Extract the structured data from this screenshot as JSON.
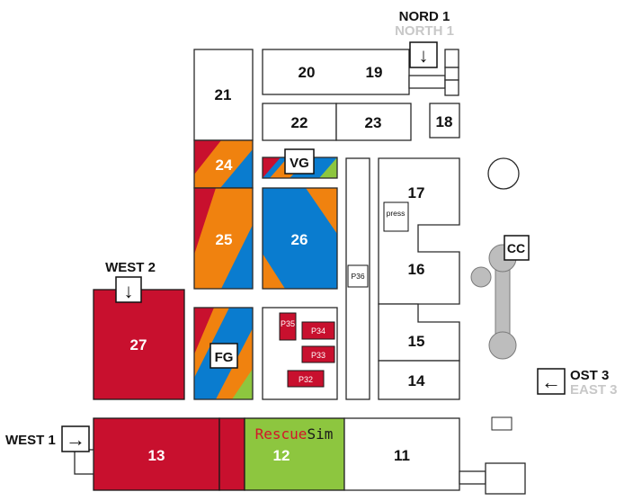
{
  "colors": {
    "red": "#c8102e",
    "orange": "#f0820f",
    "blue": "#0a7ccf",
    "green": "#8dc63f",
    "grey_dark": "#7a7a7a",
    "grey_light": "#bdbdbd",
    "rescuesim_red": "#d4142a",
    "rescuesim_dark": "#1a1a1a"
  },
  "entrances": {
    "nord1": {
      "label": "NORD 1",
      "sub": "NORTH 1",
      "arrow": "↓"
    },
    "west2": {
      "label": "WEST 2",
      "arrow": "↓"
    },
    "west1": {
      "label": "WEST 1",
      "arrow": "→"
    },
    "ost3": {
      "label": "OST 3",
      "sub": "EAST 3",
      "arrow": "←"
    }
  },
  "halls": {
    "h11": "11",
    "h12": "12",
    "h13": "13",
    "h14": "14",
    "h15": "15",
    "h16": "16",
    "h17": "17",
    "h18": "18",
    "h19": "19",
    "h20": "20",
    "h21": "21",
    "h22": "22",
    "h23": "23",
    "h24": "24",
    "h25": "25",
    "h26": "26",
    "h27": "27"
  },
  "markers": {
    "vg": "VG",
    "fg": "FG",
    "cc": "CC",
    "press": "press",
    "p36": "P36",
    "p35": "P35",
    "p34": "P34",
    "p33": "P33",
    "p32": "P32"
  },
  "rescuesim": {
    "part1": "Rescue",
    "part2": "Sim"
  }
}
